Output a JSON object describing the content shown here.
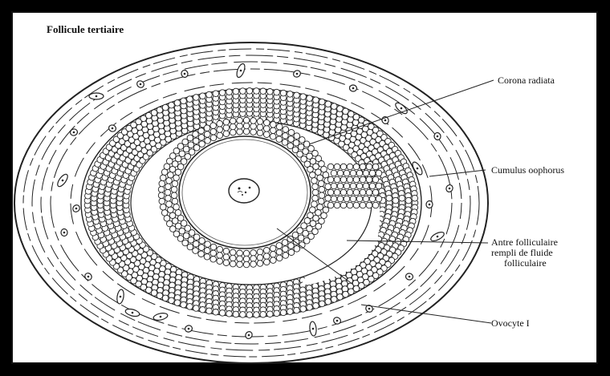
{
  "figure": {
    "title": "Follicule tertiaire",
    "labels": {
      "corona": "Corona radiata",
      "cumulus": "Cumulus oophorus",
      "antre_line1": "Antre folliculaire",
      "antre_line2": "rempli de fluide",
      "antre_line3": "folliculaire",
      "ovocyte": "Ovocyte I"
    }
  }
}
